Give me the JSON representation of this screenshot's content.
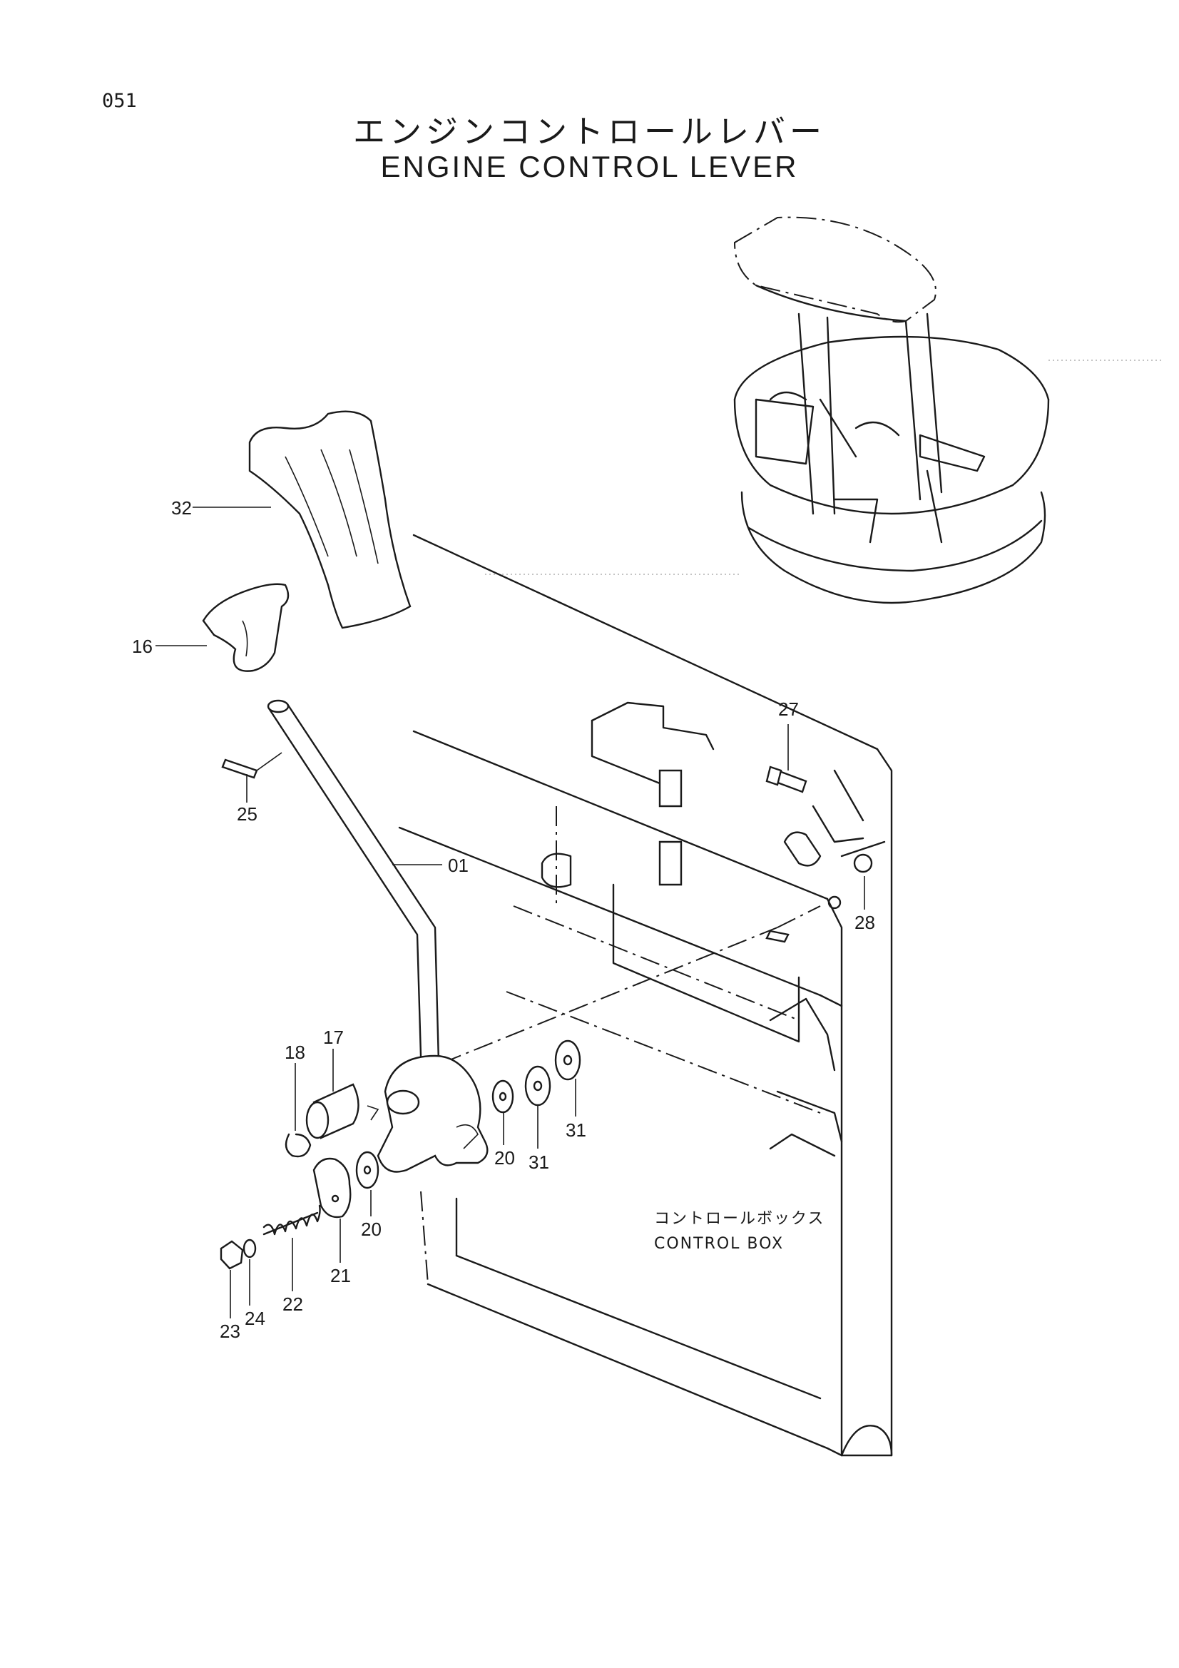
{
  "page_number": "051",
  "title_jp": "エンジンコントロールレバー",
  "title_en": "ENGINE CONTROL LEVER",
  "callouts": [
    {
      "id": "32"
    },
    {
      "id": "16"
    },
    {
      "id": "25"
    },
    {
      "id": "01"
    },
    {
      "id": "27"
    },
    {
      "id": "28"
    },
    {
      "id": "18"
    },
    {
      "id": "17"
    },
    {
      "id": "20a",
      "text": "20"
    },
    {
      "id": "31a",
      "text": "31"
    },
    {
      "id": "31b",
      "text": "31"
    },
    {
      "id": "20b",
      "text": "20"
    },
    {
      "id": "21"
    },
    {
      "id": "22"
    },
    {
      "id": "23"
    },
    {
      "id": "24"
    }
  ],
  "labels": {
    "p32": "32",
    "p16": "16",
    "p25": "25",
    "p01": "01",
    "p27": "27",
    "p28": "28",
    "p18": "18",
    "p17": "17",
    "p20a": "20",
    "p31a": "31",
    "p31b": "31",
    "p20b": "20",
    "p21": "21",
    "p22": "22",
    "p23": "23",
    "p24": "24"
  },
  "control_box_jp": "コントロールボックス",
  "control_box_en": "CONTROL BOX"
}
